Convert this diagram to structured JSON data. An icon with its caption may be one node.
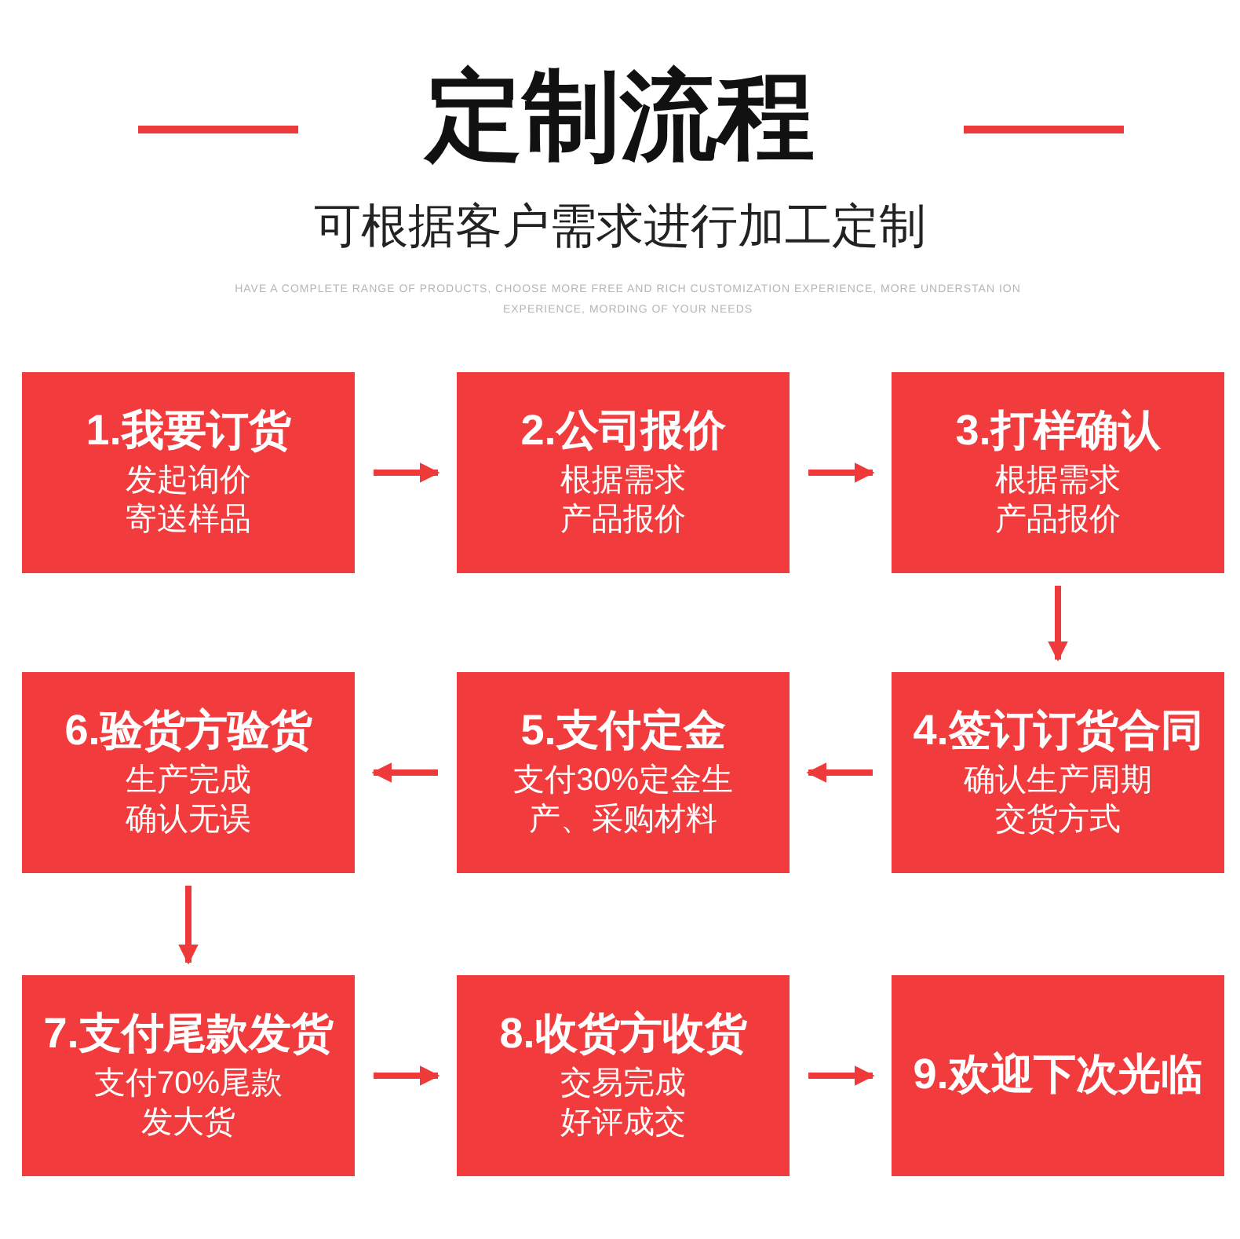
{
  "diagram": {
    "title": "定制流程",
    "nodes": [
      {
        "text": [
          "1.我要订货",
          "发起询价寄送样品"
        ]
      },
      {
        "text": [
          "2.公司报价",
          "根据需求产品报价"
        ]
      },
      {
        "text": [
          "3.打样确认",
          "根据需求产品报价"
        ]
      },
      {
        "text": [
          "4.签订订货合同",
          "确认生产周期交货方式"
        ]
      },
      {
        "text": [
          "5.支付定金",
          "支付30%定金生产、采购材料"
        ]
      },
      {
        "text": [
          "6.验货方验货",
          "生产完成确认无误"
        ]
      },
      {
        "text": [
          "7.支付尾款发货",
          "支付70%尾款发大货"
        ]
      },
      {
        "text": [
          "8.收货方收货",
          "交易完成好评成交"
        ]
      },
      {
        "text": [
          "9.欢迎下次光临"
        ]
      }
    ],
    "edges": [
      {
        "from": 0,
        "to": 1,
        "arrow": "to"
      },
      {
        "from": 1,
        "to": 2,
        "arrow": "to"
      },
      {
        "from": 2,
        "to": 3,
        "arrow": "to"
      },
      {
        "from": 3,
        "to": 4,
        "arrow": "to"
      },
      {
        "from": 4,
        "to": 5,
        "arrow": "to"
      },
      {
        "from": 5,
        "to": 6,
        "arrow": "to"
      },
      {
        "from": 6,
        "to": 7,
        "arrow": "to"
      },
      {
        "from": 7,
        "to": 8,
        "arrow": "to"
      }
    ],
    "labels": [
      "可根据客户需求进行加工定制",
      "HAVE A COMPLETE RANGE OF PRODUCTS, CHOOSE MORE FREE AND RICH CUSTOMIZATION EXPERIENCE, MORE UNDERSTAN ION EXPERIENCE, MORDING OF YOUR NEEDS"
    ]
  }
}
